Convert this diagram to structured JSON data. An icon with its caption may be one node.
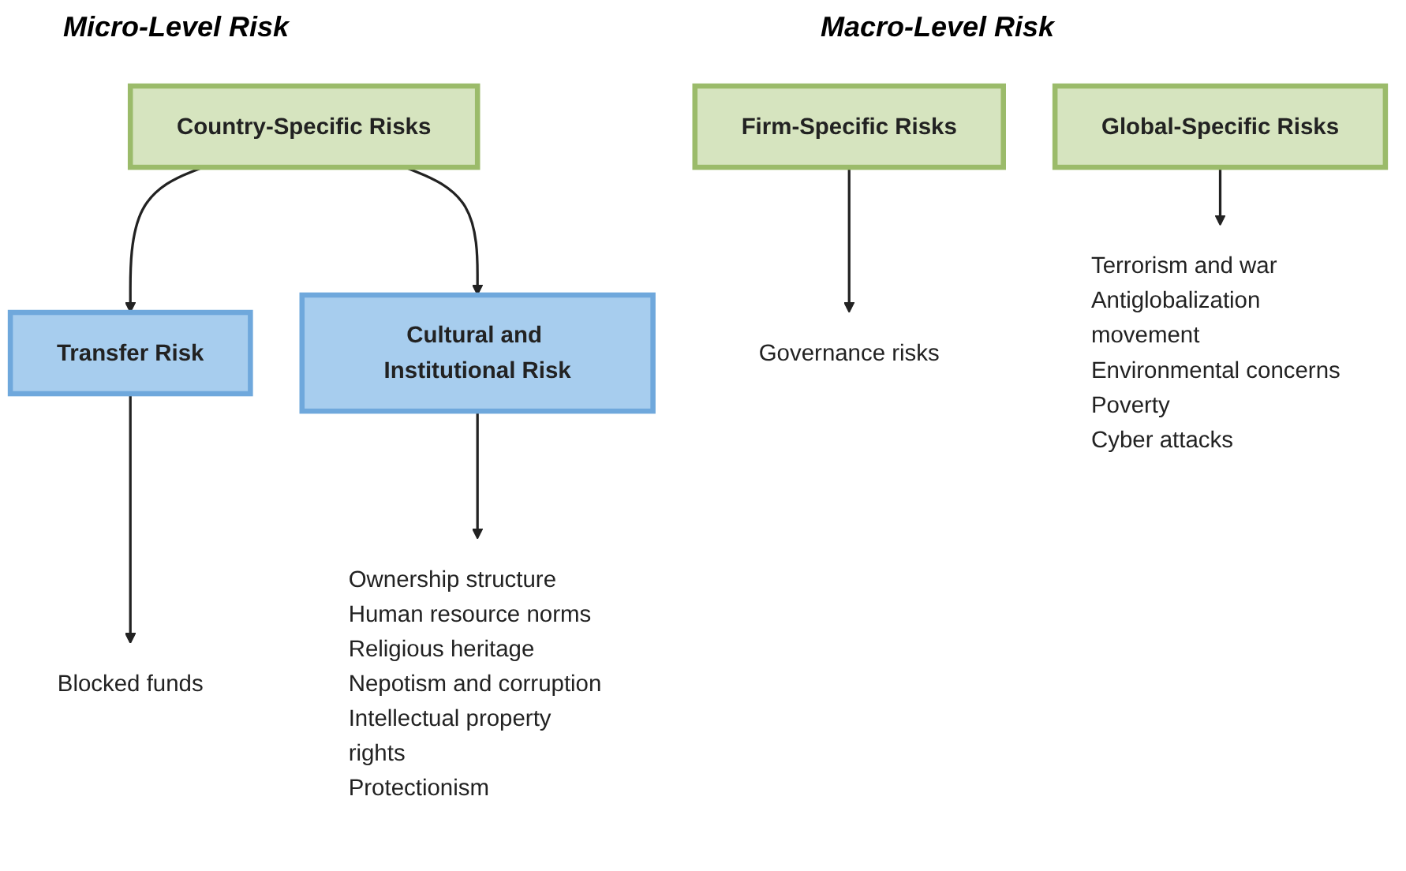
{
  "diagram": {
    "nodes": [
      {
        "text": [
          "Firm-Specific Risks"
        ]
      },
      {
        "text": [
          "Country-Specific Risks"
        ]
      },
      {
        "text": [
          "Global-Specific Risks"
        ]
      },
      {
        "text": [
          "Transfer Risk"
        ]
      },
      {
        "text": [
          "Cultural and Institutional Risk"
        ]
      },
      {
        "text": [
          "Governance risks"
        ]
      },
      {
        "text": [
          "Blocked funds"
        ]
      },
      {
        "text": [
          "Ownership structure",
          "Human resource norms",
          "Religious heritage",
          "Nepotism and corruption",
          "Intellectual property rights",
          "Protectionism"
        ]
      },
      {
        "text": [
          "Terrorism and war",
          "Antiglobalization movement",
          "Environmental concerns",
          "Poverty",
          "Cyber attacks"
        ]
      }
    ],
    "edges": [
      {
        "from": 0,
        "to": 5,
        "arrow": "to"
      },
      {
        "from": 1,
        "to": 3,
        "arrow": "to"
      },
      {
        "from": 1,
        "to": 4,
        "arrow": "to"
      },
      {
        "from": 2,
        "to": 8,
        "arrow": "to"
      },
      {
        "from": 3,
        "to": 6,
        "arrow": "to"
      },
      {
        "from": 4,
        "to": 7,
        "arrow": "to"
      }
    ],
    "labels": [
      "Micro-Level Risk",
      "Macro-Level Risk"
    ]
  }
}
